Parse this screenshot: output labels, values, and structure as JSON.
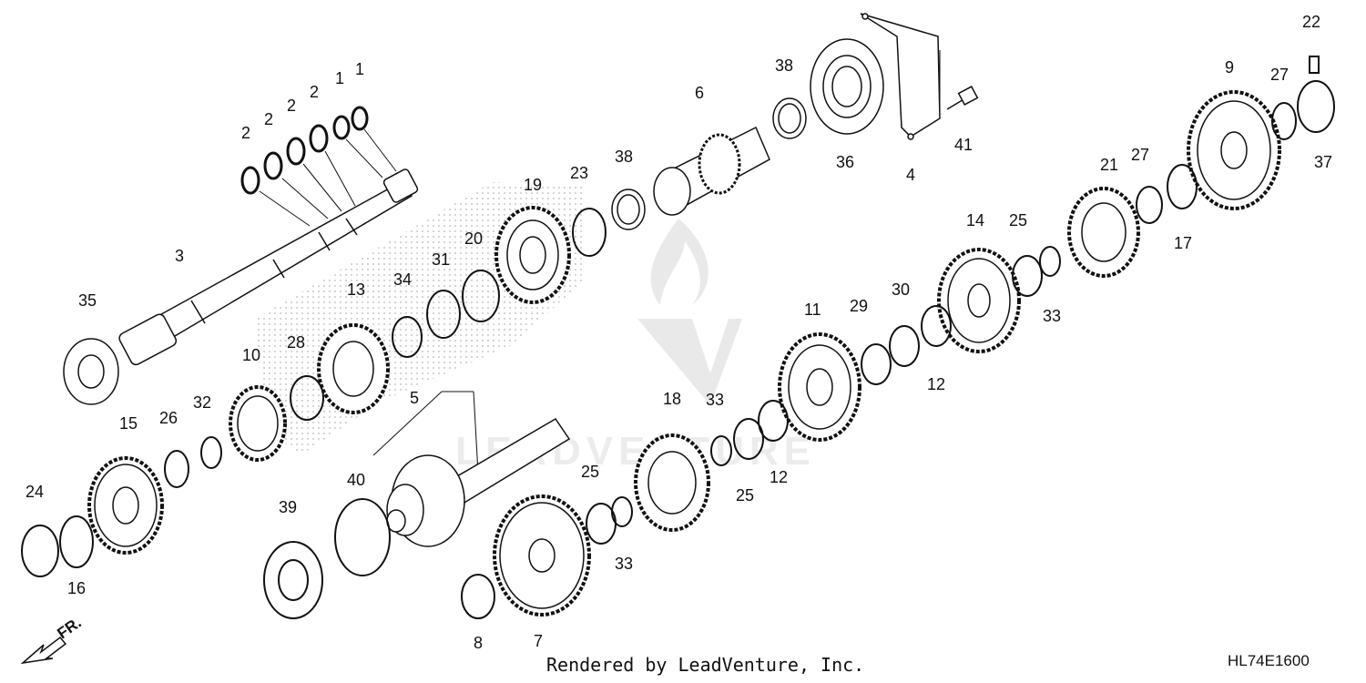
{
  "diagram": {
    "code": "HL74E1600",
    "credit": "Rendered by LeadVenture, Inc.",
    "direction_label": "FR.",
    "labels": [
      {
        "id": "l1a",
        "text": "1"
      },
      {
        "id": "l1b",
        "text": "1"
      },
      {
        "id": "l2a",
        "text": "2"
      },
      {
        "id": "l2b",
        "text": "2"
      },
      {
        "id": "l2c",
        "text": "2"
      },
      {
        "id": "l2d",
        "text": "2"
      },
      {
        "id": "l3",
        "text": "3"
      },
      {
        "id": "l4",
        "text": "4"
      },
      {
        "id": "l5",
        "text": "5"
      },
      {
        "id": "l6",
        "text": "6"
      },
      {
        "id": "l7",
        "text": "7"
      },
      {
        "id": "l8",
        "text": "8"
      },
      {
        "id": "l9",
        "text": "9"
      },
      {
        "id": "l10",
        "text": "10"
      },
      {
        "id": "l11",
        "text": "11"
      },
      {
        "id": "l12a",
        "text": "12"
      },
      {
        "id": "l12b",
        "text": "12"
      },
      {
        "id": "l13",
        "text": "13"
      },
      {
        "id": "l14",
        "text": "14"
      },
      {
        "id": "l15",
        "text": "15"
      },
      {
        "id": "l16",
        "text": "16"
      },
      {
        "id": "l17",
        "text": "17"
      },
      {
        "id": "l18",
        "text": "18"
      },
      {
        "id": "l19",
        "text": "19"
      },
      {
        "id": "l20",
        "text": "20"
      },
      {
        "id": "l21",
        "text": "21"
      },
      {
        "id": "l22",
        "text": "22"
      },
      {
        "id": "l23",
        "text": "23"
      },
      {
        "id": "l24",
        "text": "24"
      },
      {
        "id": "l25a",
        "text": "25"
      },
      {
        "id": "l25b",
        "text": "25"
      },
      {
        "id": "l25c",
        "text": "25"
      },
      {
        "id": "l26",
        "text": "26"
      },
      {
        "id": "l27a",
        "text": "27"
      },
      {
        "id": "l27b",
        "text": "27"
      },
      {
        "id": "l28",
        "text": "28"
      },
      {
        "id": "l29",
        "text": "29"
      },
      {
        "id": "l30",
        "text": "30"
      },
      {
        "id": "l31",
        "text": "31"
      },
      {
        "id": "l32",
        "text": "32"
      },
      {
        "id": "l33a",
        "text": "33"
      },
      {
        "id": "l33b",
        "text": "33"
      },
      {
        "id": "l33c",
        "text": "33"
      },
      {
        "id": "l33d",
        "text": "33"
      },
      {
        "id": "l34",
        "text": "34"
      },
      {
        "id": "l35",
        "text": "35"
      },
      {
        "id": "l36",
        "text": "36"
      },
      {
        "id": "l37",
        "text": "37"
      },
      {
        "id": "l38a",
        "text": "38"
      },
      {
        "id": "l38b",
        "text": "38"
      },
      {
        "id": "l39",
        "text": "39"
      },
      {
        "id": "l40",
        "text": "40"
      },
      {
        "id": "l41",
        "text": "41"
      }
    ]
  }
}
